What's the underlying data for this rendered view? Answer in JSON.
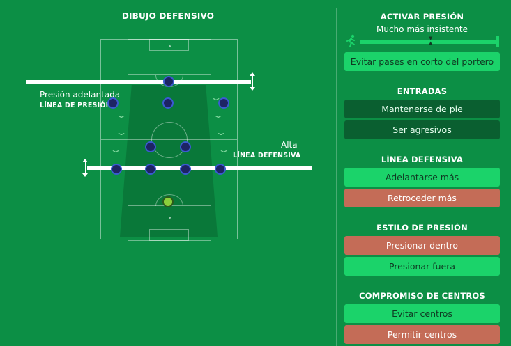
{
  "left": {
    "title": "DIBUJO DEFENSIVO",
    "pressing_line": {
      "value_label": "Presión adelantada",
      "name_label": "LÍNEA DE PRESIÓN"
    },
    "defensive_line": {
      "value_label": "Alta",
      "name_label": "LÍNEA DEFENSIVA"
    }
  },
  "right": {
    "press": {
      "title": "ACTIVAR PRESIÓN",
      "level": "Mucho más insistente",
      "slider_value": 1.0,
      "button": "Evitar pases en corto del portero"
    },
    "tackles": {
      "title": "ENTRADAS",
      "buttons": [
        "Mantenerse de pie",
        "Ser agresivos"
      ]
    },
    "defensive_line": {
      "title": "LÍNEA DEFENSIVA",
      "buttons": [
        "Adelantarse más",
        "Retroceder más"
      ]
    },
    "press_style": {
      "title": "ESTILO DE PRESIÓN",
      "buttons": [
        "Presionar dentro",
        "Presionar fuera"
      ]
    },
    "crossing": {
      "title": "COMPROMISO DE CENTROS",
      "buttons": [
        "Evitar centros",
        "Permitir centros"
      ]
    }
  },
  "colors": {
    "background": "#0c8f45",
    "button_green": "#1bd36a",
    "button_dark": "#0a5f30",
    "button_red": "#c46c57",
    "player": "#1d2464",
    "goalkeeper": "#8bcf3c"
  }
}
